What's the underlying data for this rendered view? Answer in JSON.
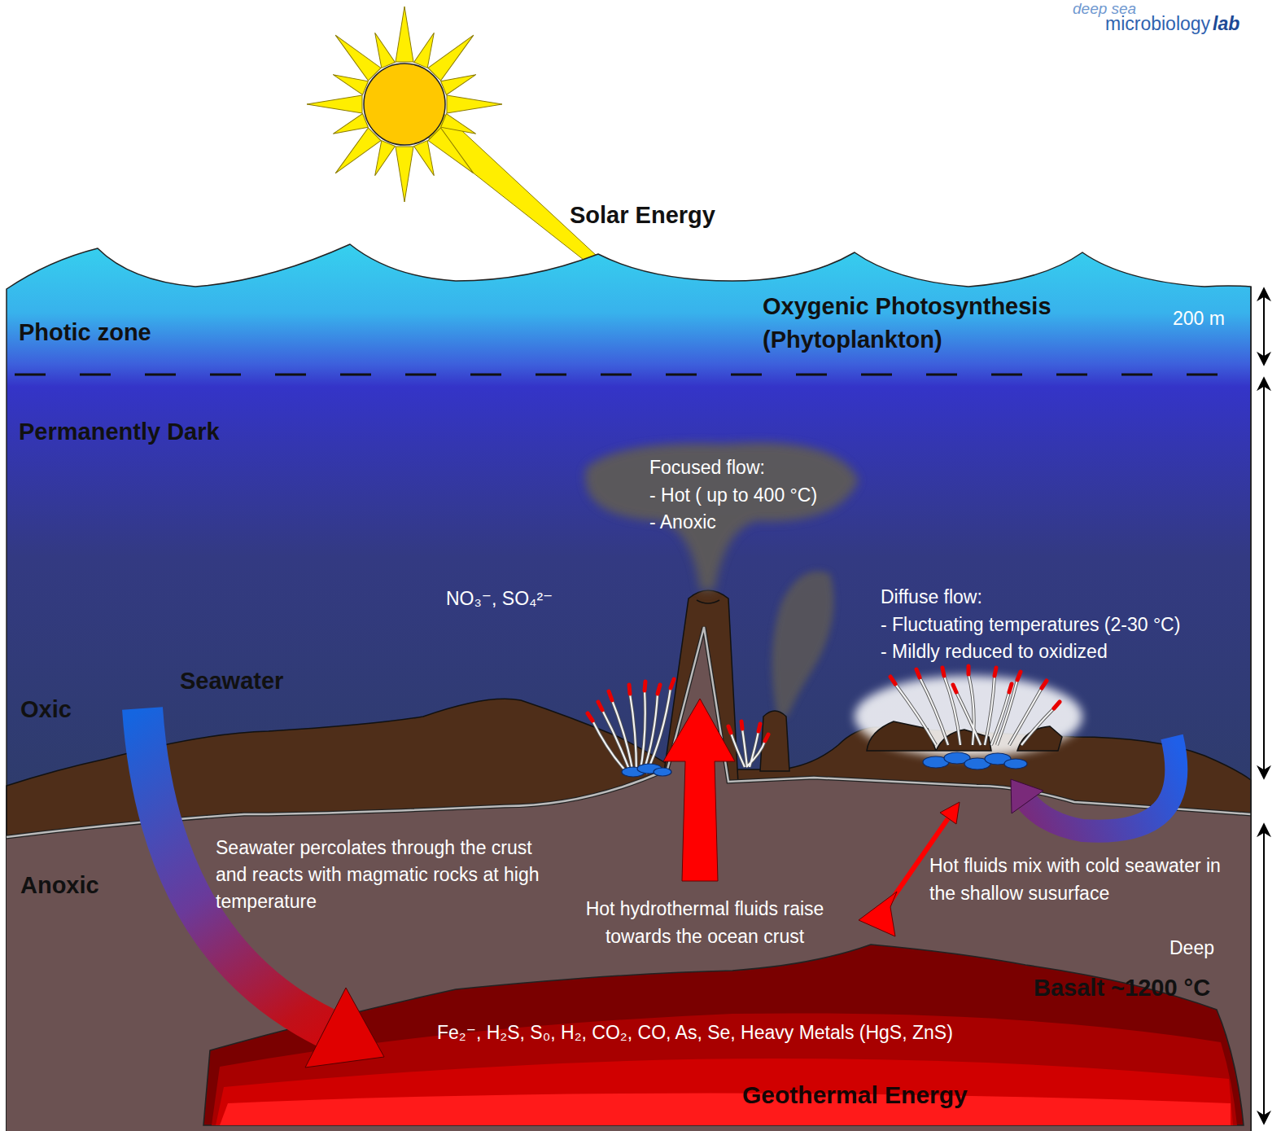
{
  "diagram": {
    "nodes": [
      {
        "text": [
          "Focused flow:",
          "- Hot ( up to 400 °C)",
          "- Anoxic"
        ]
      },
      {
        "text": [
          "Fe₂⁻, H₂S, S₀, H₂, CO₂, CO, As, Se, Heavy Metals (HgS, ZnS)",
          "Geothermal Energy"
        ]
      }
    ],
    "labels": [
      "deep sea",
      "microbiology",
      "lab",
      "Solar Energy",
      "Photic zone",
      "Oxygenic Photosynthesis (Phytoplankton)",
      "200 m",
      "Permanently Dark",
      "NO₃⁻, SO₄²⁻",
      "Diffuse flow:",
      "- Fluctuating temperatures (2-30 °C)",
      "- Mildly reduced to oxidized",
      "Seawater",
      "Oxic",
      "Seawater percolates through the crust and reacts with magmatic rocks at high temperature",
      "Hot hydrothermal fluids raise towards the ocean crust",
      "Hot fluids mix with cold seawater in the shallow susurface",
      "Anoxic",
      "Deep",
      "Basalt ~1200 °C"
    ]
  }
}
